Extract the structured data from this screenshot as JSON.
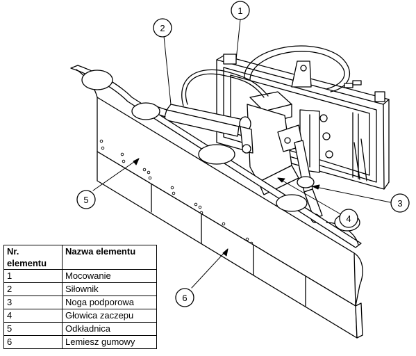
{
  "callouts": [
    {
      "number": "1",
      "label": "Mocowanie"
    },
    {
      "number": "2",
      "label": "Siłownik"
    },
    {
      "number": "3",
      "label": "Noga podporowa"
    },
    {
      "number": "4",
      "label": "Głowica zaczepu"
    },
    {
      "number": "5",
      "label": "Odkładnica"
    },
    {
      "number": "6",
      "label": "Lemiesz gumowy"
    }
  ],
  "table": {
    "header_number": "Nr. elementu",
    "header_name": "Nazwa elementu",
    "rows": [
      {
        "nr": "1",
        "name": "Mocowanie"
      },
      {
        "nr": "2",
        "name": "Siłownik"
      },
      {
        "nr": "3",
        "name": "Noga podporowa"
      },
      {
        "nr": "4",
        "name": "Głowica zaczepu"
      },
      {
        "nr": "5",
        "name": "Odkładnica"
      },
      {
        "nr": "6",
        "name": "Lemiesz gumowy"
      }
    ]
  }
}
